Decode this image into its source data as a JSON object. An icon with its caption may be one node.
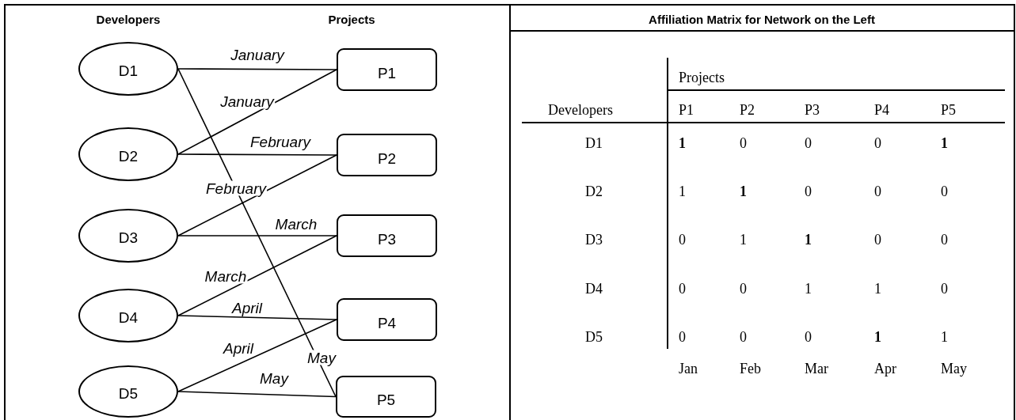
{
  "diagram": {
    "nodes": [
      {
        "text": [
          "D1"
        ]
      },
      {
        "text": [
          "D2"
        ]
      },
      {
        "text": [
          "D3"
        ]
      },
      {
        "text": [
          "D4"
        ]
      },
      {
        "text": [
          "D5"
        ]
      },
      {
        "text": [
          "P1"
        ]
      },
      {
        "text": [
          "P2"
        ]
      },
      {
        "text": [
          "P3"
        ]
      },
      {
        "text": [
          "P4"
        ]
      },
      {
        "text": [
          "P5"
        ]
      }
    ],
    "edges": [
      {
        "from": 0,
        "to": 5,
        "arrow": "none",
        "label": "January"
      },
      {
        "from": 1,
        "to": 5,
        "arrow": "none",
        "label": "January"
      },
      {
        "from": 1,
        "to": 6,
        "arrow": "none",
        "label": "February"
      },
      {
        "from": 2,
        "to": 6,
        "arrow": "none",
        "label": "February"
      },
      {
        "from": 2,
        "to": 7,
        "arrow": "none",
        "label": "March"
      },
      {
        "from": 3,
        "to": 7,
        "arrow": "none",
        "label": "March"
      },
      {
        "from": 3,
        "to": 8,
        "arrow": "none",
        "label": "April"
      },
      {
        "from": 4,
        "to": 8,
        "arrow": "none",
        "label": "April"
      },
      {
        "from": 4,
        "to": 9,
        "arrow": "none",
        "label": "May"
      },
      {
        "from": 0,
        "to": 9,
        "arrow": "none",
        "label": "May"
      }
    ],
    "labels": [
      "Developers",
      "Projects",
      "Affiliation Matrix for Network on the Left",
      "Projects",
      "Developers",
      "P1",
      "P2",
      "P3",
      "P4",
      "P5",
      "D1",
      "**1**",
      "0",
      "0",
      "0",
      "**1**",
      "D2",
      "1",
      "**1**",
      "0",
      "0",
      "0",
      "D3",
      "0",
      "1",
      "**1**",
      "0",
      "0",
      "D4",
      "0",
      "0",
      "1",
      "1",
      "0",
      "D5",
      "0",
      "0",
      "0",
      "**1**",
      "1",
      "Jan",
      "Feb",
      "Mar",
      "Apr",
      "May"
    ]
  }
}
